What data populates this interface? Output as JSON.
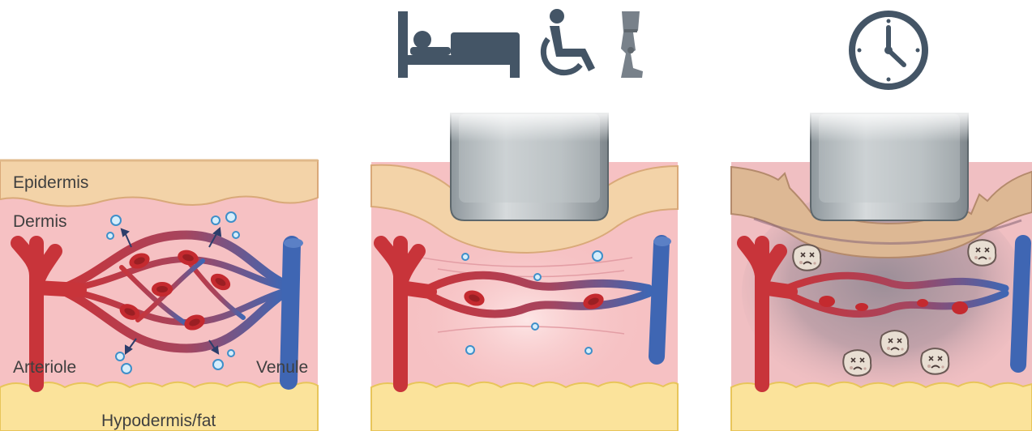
{
  "labels": {
    "epidermis": "Epidermis",
    "dermis": "Dermis",
    "arteriole": "Arteriole",
    "venule": "Venule",
    "hypodermis": "Hypodermis/fat"
  },
  "panels": [
    {
      "id": "normal",
      "icons": []
    },
    {
      "id": "pressure",
      "icons": [
        "bed-icon",
        "wheelchair-icon",
        "prosthetic-leg-icon"
      ]
    },
    {
      "id": "prolonged-pressure",
      "icons": [
        "clock-icon"
      ]
    }
  ],
  "colors": {
    "epidermis": "#f3d3a8",
    "dermis": "#f6c1c3",
    "fat": "#fbe39b",
    "artery": "#c8343a",
    "vein": "#3f66b3",
    "icon": "#445566",
    "ischemia": "#8c8590"
  }
}
